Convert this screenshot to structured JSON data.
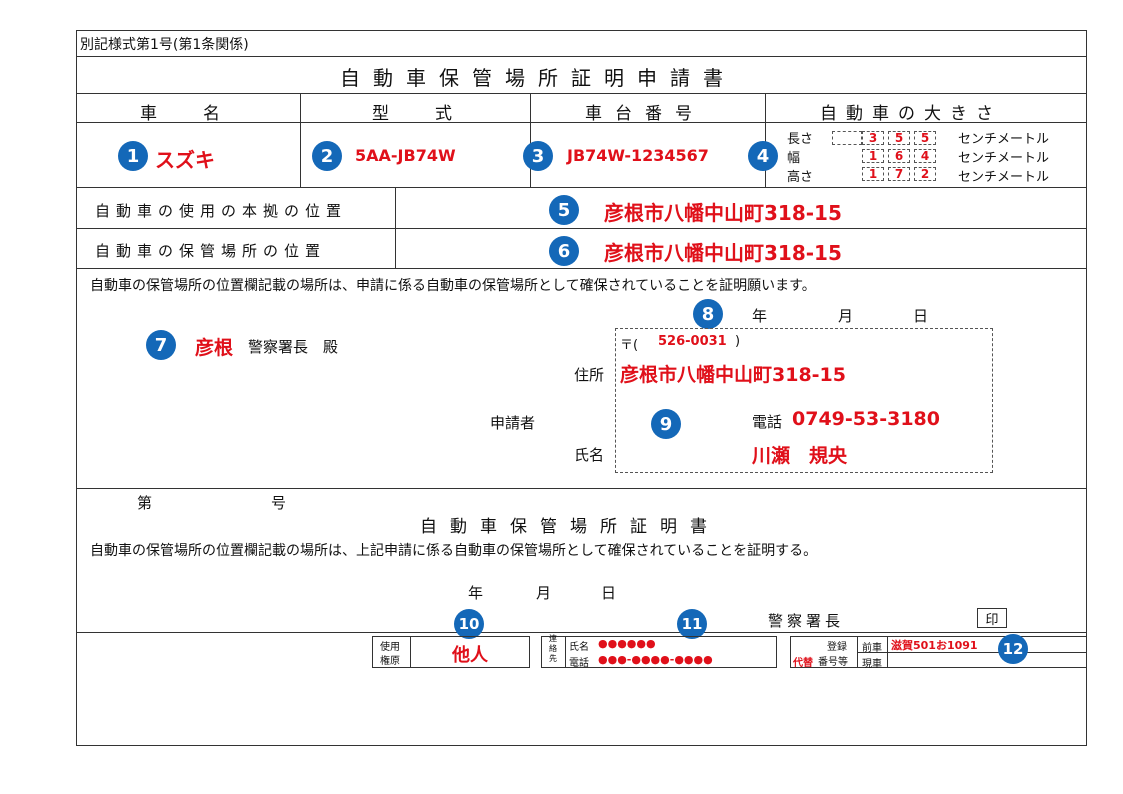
{
  "header": {
    "form_no": "別記様式第1号(第1条関係)",
    "title": "自動車保管場所証明申請書"
  },
  "columns": {
    "name": "車　　名",
    "model": "型　　式",
    "chassis": "車台番号",
    "size": "自動車の大きさ"
  },
  "vehicle": {
    "name": "スズキ",
    "model": "5AA-JB74W",
    "chassis": "JB74W-1234567",
    "length_label": "長さ",
    "width_label": "幅",
    "height_label": "高さ",
    "unit": "センチメートル",
    "length_digits": [
      "3",
      "5",
      "5"
    ],
    "width_digits": [
      "1",
      "6",
      "4"
    ],
    "height_digits": [
      "1",
      "7",
      "2"
    ]
  },
  "locations": {
    "use_label": "自動車の使用の本拠の位置",
    "use_value": "彦根市八幡中山町318-15",
    "storage_label": "自動車の保管場所の位置",
    "storage_value": "彦根市八幡中山町318-15"
  },
  "request": {
    "statement": "自動車の保管場所の位置欄記載の場所は、申請に係る自動車の保管場所として確保されていることを証明願います。",
    "year": "年",
    "month": "月",
    "day": "日",
    "police": "彦根",
    "police_suffix": "警察署長　殿",
    "applicant_label": "申請者",
    "postal_prefix": "〒(",
    "postal_code": "526-0031",
    "postal_suffix": ")",
    "address_label": "住所",
    "address_value": "彦根市八幡中山町318-15",
    "phone_label": "電話",
    "phone_value": "0749-53-3180",
    "name_label": "氏名",
    "name_value": "川瀬　規央"
  },
  "certificate": {
    "no_prefix": "第",
    "no_suffix": "号",
    "title": "自動車保管場所証明書",
    "statement": "自動車の保管場所の位置欄記載の場所は、上記申請に係る自動車の保管場所として確保されていることを証明する。",
    "year": "年",
    "month": "月",
    "day": "日",
    "chief": "警察署長",
    "seal": "印"
  },
  "footer": {
    "use_right_label1": "使用",
    "use_right_label2": "権原",
    "use_right_value": "他人",
    "contact_label": "連絡先",
    "contact_name_label": "氏名",
    "contact_name_value": "●●●●●●",
    "contact_phone_label": "電話",
    "contact_phone_value": "●●●-●●●●-●●●●",
    "replace_label": "代替",
    "reg_label1": "登録",
    "reg_label2": "番号等",
    "prev_label": "前車",
    "prev_value": "滋賀501お1091",
    "curr_label": "現車"
  },
  "badges": [
    "1",
    "2",
    "3",
    "4",
    "5",
    "6",
    "7",
    "8",
    "9",
    "10",
    "11",
    "12"
  ],
  "colors": {
    "accent_red": "#e0101a",
    "badge_blue": "#1468b8"
  }
}
